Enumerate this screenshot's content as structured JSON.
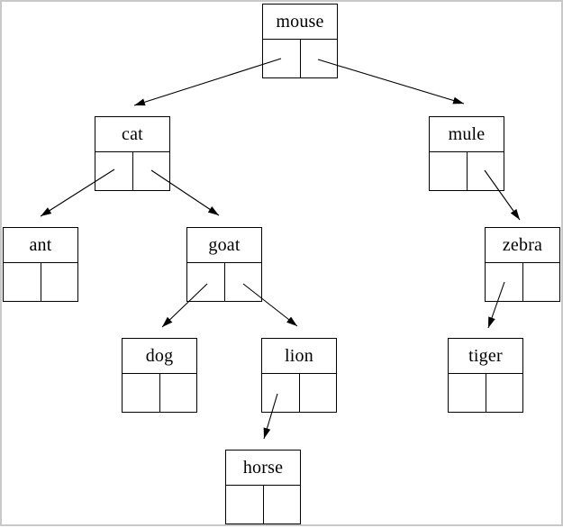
{
  "figure": {
    "type": "binary-tree-linked-node-diagram",
    "background_color": "#ffffff",
    "frame_border_color": "#c9c9c9",
    "node_border_color": "#000000",
    "edge_color": "#000000",
    "text_color": "#000000"
  },
  "tree": {
    "root": "mouse",
    "nodes": {
      "mouse": {
        "label": "mouse"
      },
      "cat": {
        "label": "cat"
      },
      "mule": {
        "label": "mule"
      },
      "ant": {
        "label": "ant"
      },
      "goat": {
        "label": "goat"
      },
      "zebra": {
        "label": "zebra"
      },
      "dog": {
        "label": "dog"
      },
      "lion": {
        "label": "lion"
      },
      "tiger": {
        "label": "tiger"
      },
      "horse": {
        "label": "horse"
      }
    },
    "edges": [
      {
        "from": "mouse",
        "pointer": "left",
        "to": "cat"
      },
      {
        "from": "mouse",
        "pointer": "right",
        "to": "mule"
      },
      {
        "from": "cat",
        "pointer": "left",
        "to": "ant"
      },
      {
        "from": "cat",
        "pointer": "right",
        "to": "goat"
      },
      {
        "from": "goat",
        "pointer": "left",
        "to": "dog"
      },
      {
        "from": "goat",
        "pointer": "right",
        "to": "lion"
      },
      {
        "from": "lion",
        "pointer": "left",
        "to": "horse"
      },
      {
        "from": "mule",
        "pointer": "right",
        "to": "zebra"
      },
      {
        "from": "zebra",
        "pointer": "left",
        "to": "tiger"
      }
    ]
  }
}
